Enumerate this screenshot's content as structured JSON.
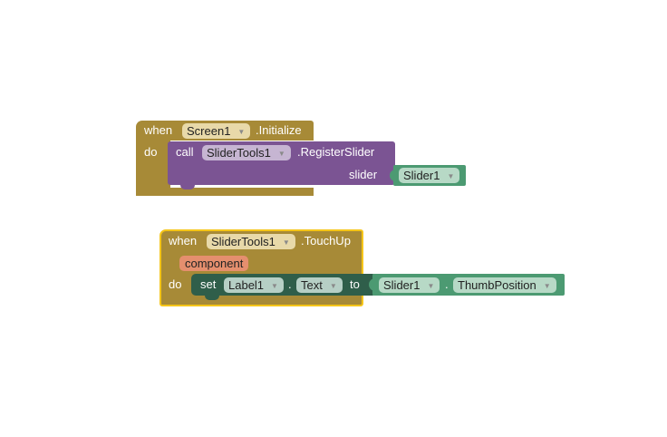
{
  "block1": {
    "when": "when",
    "component": "Screen1",
    "event": ".Initialize",
    "do": "do",
    "call": {
      "keyword": "call",
      "component": "SliderTools1",
      "method": ".RegisterSlider",
      "arg_name": "slider",
      "arg_value": "Slider1"
    }
  },
  "block2": {
    "when": "when",
    "component": "SliderTools1",
    "event": ".TouchUp",
    "param": "component",
    "do": "do",
    "set": {
      "keyword": "set",
      "component": "Label1",
      "dot1": ".",
      "property": "Text",
      "to": "to",
      "value_component": "Slider1",
      "dot2": ".",
      "value_property": "ThumbPosition"
    }
  },
  "colors": {
    "event": "#a78a37",
    "event_selected_border": "#f5c518",
    "procedure": "#7b5493",
    "component": "#4c9a72",
    "setter": "#2f5e4a",
    "variable": "#e58f6e"
  },
  "icons": {
    "dropdown": "triangle-down-icon"
  }
}
